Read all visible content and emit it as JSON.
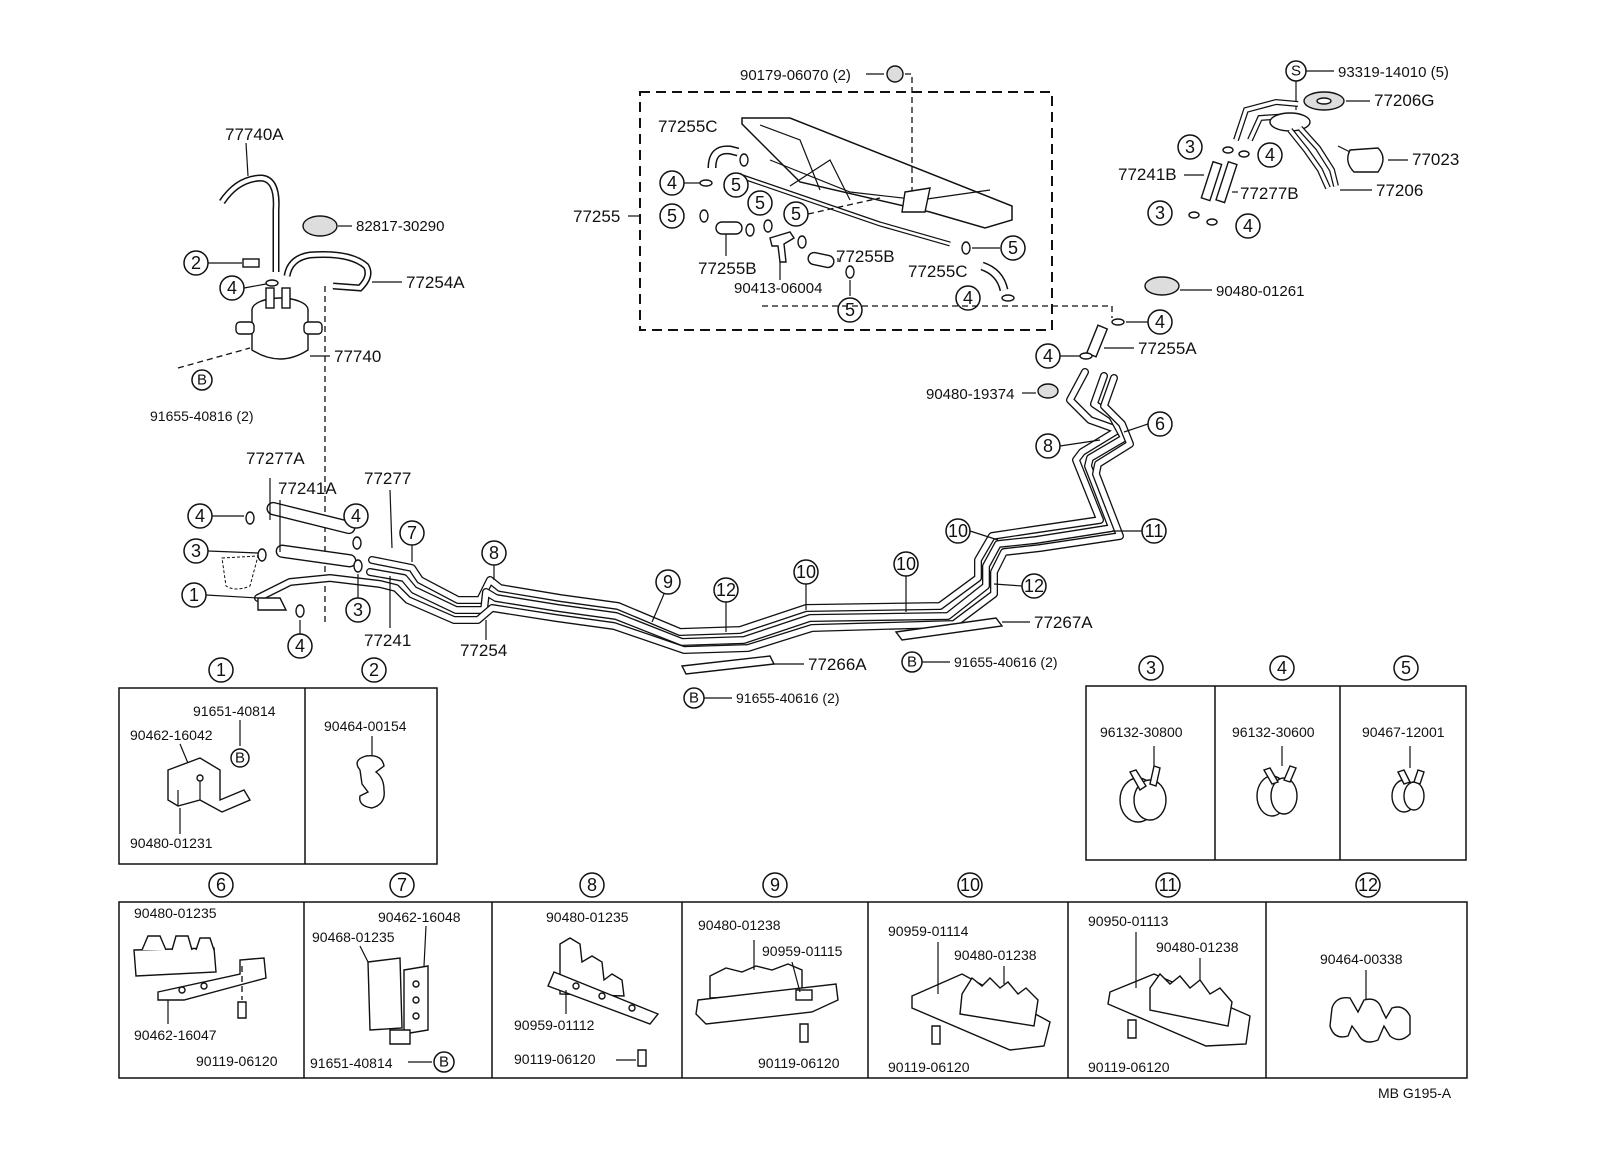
{
  "labels": {
    "p77740A": "77740A",
    "p82817": "82817-30290",
    "p77254A": "77254A",
    "p77740": "77740",
    "p91655_40816": "91655-40816 (2)",
    "p90179": "90179-06070 (2)",
    "p77255C_a": "77255C",
    "p77255": "77255",
    "p77255B_a": "77255B",
    "p77255B_b": "77255B",
    "p90413": "90413-06004",
    "p77255C_b": "77255C",
    "p93319": "93319-14010 (5)",
    "p77206G": "77206G",
    "p77023": "77023",
    "p77241B": "77241B",
    "p77277B": "77277B",
    "p77206": "77206",
    "p90480_01261": "90480-01261",
    "p77255A": "77255A",
    "p90480_19374": "90480-19374",
    "p77277A": "77277A",
    "p77241A": "77241A",
    "p77277": "77277",
    "p77241": "77241",
    "p77254": "77254",
    "p77266A": "77266A",
    "p91655_40616_a": "91655-40616 (2)",
    "p77267A": "77267A",
    "p91655_40616_b": "91655-40616 (2)"
  },
  "callouts": {
    "n1": "1",
    "n2": "2",
    "n3": "3",
    "n4": "4",
    "n5": "5",
    "n6": "6",
    "n7": "7",
    "n8": "8",
    "n9": "9",
    "n10": "10",
    "n11": "11",
    "n12": "12",
    "s": "S",
    "b": "B"
  },
  "detail_boxes": {
    "d1": {
      "num": "1",
      "a": "91651-40814",
      "b": "90462-16042",
      "c": "90480-01231"
    },
    "d2": {
      "num": "2",
      "a": "90464-00154"
    },
    "d3": {
      "num": "3",
      "a": "96132-30800"
    },
    "d4": {
      "num": "4",
      "a": "96132-30600"
    },
    "d5": {
      "num": "5",
      "a": "90467-12001"
    },
    "d6": {
      "num": "6",
      "a": "90480-01235",
      "b": "90462-16047",
      "c": "90119-06120"
    },
    "d7": {
      "num": "7",
      "a": "90462-16048",
      "b": "90468-01235",
      "c": "91651-40814"
    },
    "d8": {
      "num": "8",
      "a": "90480-01235",
      "b": "90959-01112",
      "c": "90119-06120"
    },
    "d9": {
      "num": "9",
      "a": "90480-01238",
      "b": "90959-01115",
      "c": "90119-06120"
    },
    "d10": {
      "num": "10",
      "a": "90959-01114",
      "b": "90480-01238",
      "c": "90119-06120"
    },
    "d11": {
      "num": "11",
      "a": "90950-01113",
      "b": "90480-01238",
      "c": "90119-06120"
    },
    "d12": {
      "num": "12",
      "a": "90464-00338"
    }
  },
  "footer": "MB  G195-A"
}
